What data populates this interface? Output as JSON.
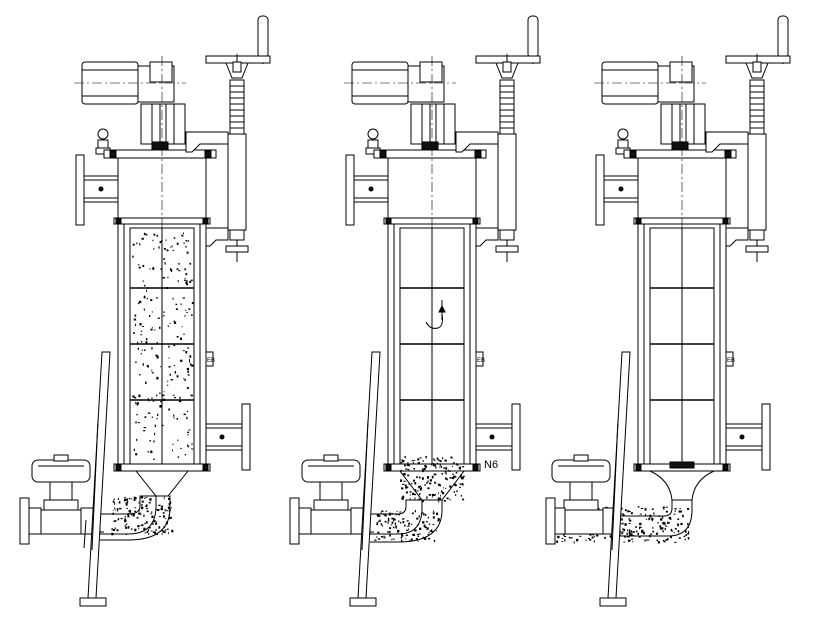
{
  "drawing": {
    "nozzle_label": "N6",
    "stages": [
      {
        "key": "filtering"
      },
      {
        "key": "cleaning"
      },
      {
        "key": "discharging"
      }
    ]
  }
}
